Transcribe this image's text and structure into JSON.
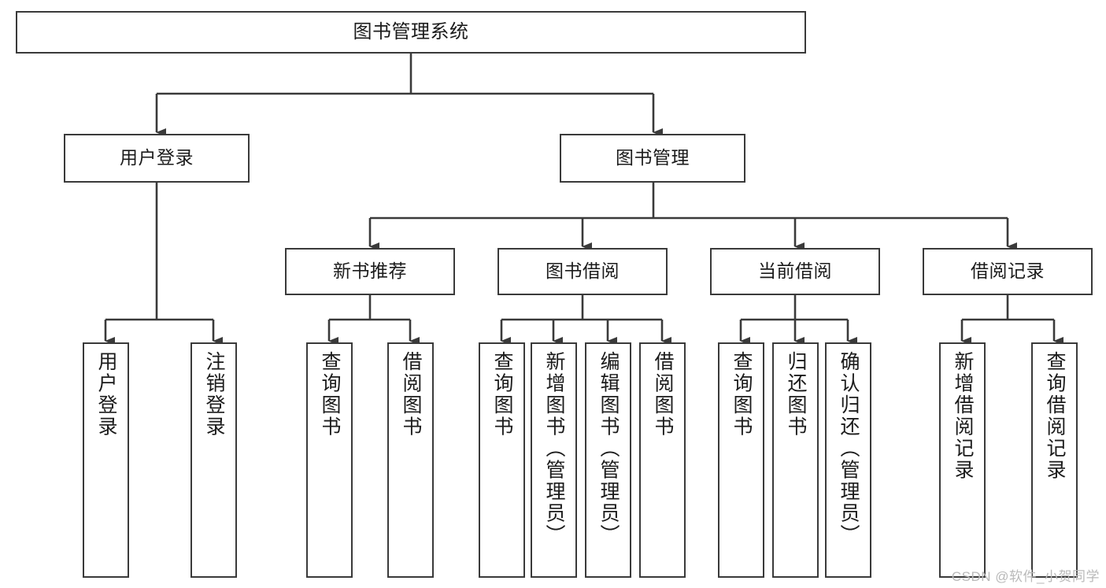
{
  "diagram": {
    "title": "图书管理系统",
    "type": "tree",
    "stroke_color": "#3a3a3a",
    "fill_color": "#ffffff",
    "text_color": "#1b1b1b",
    "root": {
      "label": "图书管理系统"
    },
    "level2": [
      {
        "label": "用户登录"
      },
      {
        "label": "图书管理"
      }
    ],
    "level3": [
      {
        "label": "新书推荐"
      },
      {
        "label": "图书借阅"
      },
      {
        "label": "当前借阅"
      },
      {
        "label": "借阅记录"
      }
    ],
    "leaves_user_login": [
      {
        "label": "用户登录"
      },
      {
        "label": "注销登录"
      }
    ],
    "leaves_new_book": [
      {
        "label": "查询图书"
      },
      {
        "label": "借阅图书"
      }
    ],
    "leaves_borrow": [
      {
        "label": "查询图书"
      },
      {
        "label": "新增图书（管理员）"
      },
      {
        "label": "编辑图书（管理员）"
      },
      {
        "label": "借阅图书"
      }
    ],
    "leaves_current": [
      {
        "label": "查询图书"
      },
      {
        "label": "归还图书"
      },
      {
        "label": "确认归还（管理员）"
      }
    ],
    "leaves_records": [
      {
        "label": "新增借阅记录"
      },
      {
        "label": "查询借阅记录"
      }
    ]
  },
  "watermark": {
    "text": "CSDN @软件_小贺同学"
  }
}
